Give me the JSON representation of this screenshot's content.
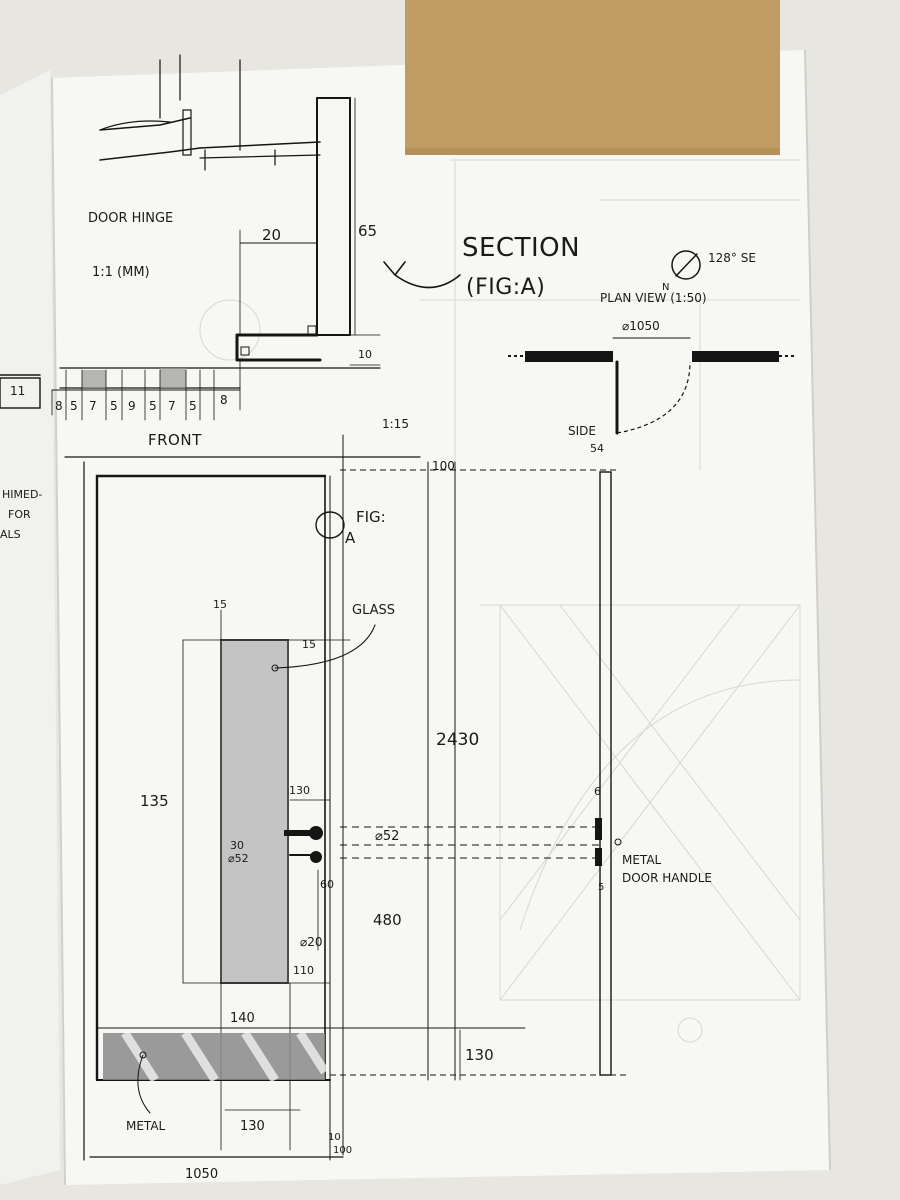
{
  "labels": {
    "door_hinge": "DOOR HINGE",
    "hinge_scale": "1:1 (MM)",
    "section": "SECTION",
    "fig_a_ref": "(FIG:A)",
    "plan_view": "PLAN VIEW (1:50)",
    "north": "N",
    "bearing": "128° SE",
    "plan_width": "⌀1050",
    "side": "SIDE",
    "side_val": "54",
    "front": "FRONT",
    "front_scale": "1:15",
    "fig_a_bubble": "FIG:",
    "fig_a_letter": "A",
    "glass": "GLASS",
    "metal": "METAL",
    "metal_handle_1": "METAL",
    "metal_handle_2": "DOOR HANDLE",
    "left_page_1": "HIMED-",
    "left_page_2": "FOR",
    "left_page_3": "ALS"
  },
  "dimensions": {
    "hinge_20": "20",
    "hinge_65": "65",
    "hinge_10": "10",
    "strip": [
      "8",
      "5",
      "7",
      "5",
      "9",
      "5",
      "7",
      "5",
      "8"
    ],
    "strip_11": "11",
    "d100": "100",
    "d15a": "15",
    "d15b": "15",
    "d135": "135",
    "d130a": "130",
    "d30": "30",
    "d52a": "⌀52",
    "d52b": "⌀52",
    "d60": "60",
    "d20": "⌀20",
    "d110": "110",
    "d480": "480",
    "d140": "140",
    "d2430": "2430",
    "d130b": "130",
    "d130c": "130",
    "d1050": "1050",
    "d10": "10",
    "d100b": "100",
    "d6": "6",
    "d5": "5"
  },
  "colors": {
    "paper": "#f7f7f4",
    "ink": "#151515",
    "kraft": "#c19c62",
    "glass": "#b4b4b4",
    "metal": "#8a8a8a"
  }
}
